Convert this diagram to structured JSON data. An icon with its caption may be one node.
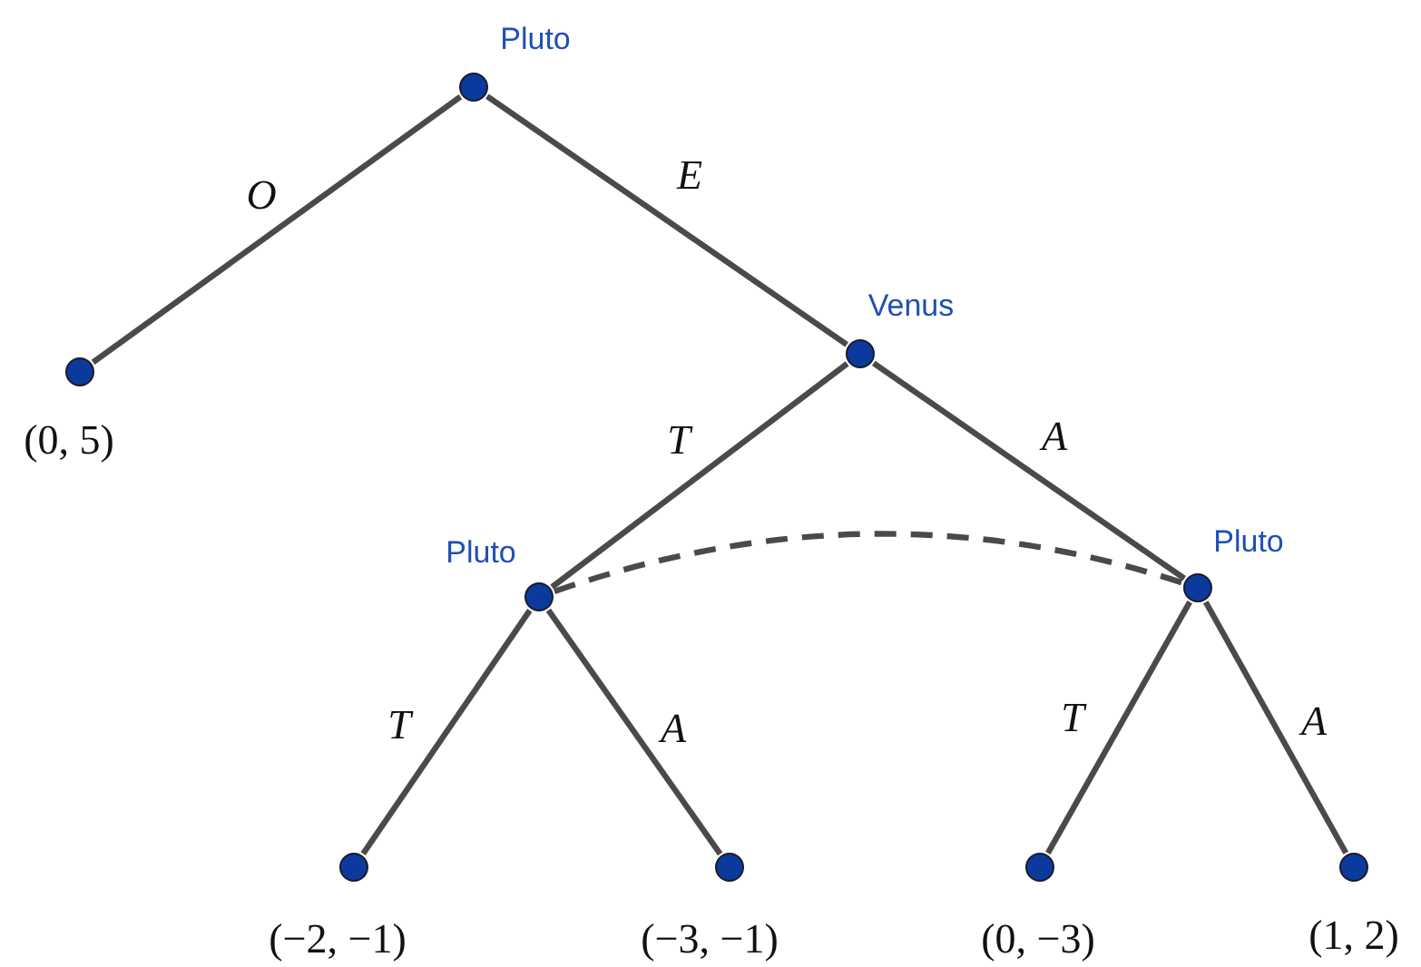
{
  "diagram": {
    "nodes": [
      {
        "text": [],
        "shape": "circle",
        "beside": [
          "Pluto"
        ]
      },
      {
        "text": [],
        "shape": "circle",
        "beside": [
          "(0, 5)"
        ]
      },
      {
        "text": [],
        "shape": "circle",
        "beside": [
          "Venus"
        ]
      },
      {
        "text": [],
        "shape": "circle",
        "beside": [
          "Pluto"
        ]
      },
      {
        "text": [],
        "shape": "circle",
        "beside": [
          "Pluto"
        ]
      },
      {
        "text": [],
        "shape": "circle",
        "beside": [
          "(−2, −1)"
        ]
      },
      {
        "text": [],
        "shape": "circle",
        "beside": [
          "(−3, −1)"
        ]
      },
      {
        "text": [],
        "shape": "circle",
        "beside": [
          "(0, −3)"
        ]
      },
      {
        "text": [],
        "shape": "circle",
        "beside": [
          "(1, 2)"
        ]
      }
    ],
    "edges": [
      {
        "from": 0,
        "to": 1,
        "arrow": "none",
        "label": "O"
      },
      {
        "from": 0,
        "to": 2,
        "arrow": "none",
        "label": "E"
      },
      {
        "from": 2,
        "to": 3,
        "arrow": "none",
        "label": "T"
      },
      {
        "from": 2,
        "to": 4,
        "arrow": "none",
        "label": "A"
      },
      {
        "from": 3,
        "to": 5,
        "arrow": "none",
        "label": "T"
      },
      {
        "from": 3,
        "to": 6,
        "arrow": "none",
        "label": "A"
      },
      {
        "from": 4,
        "to": 7,
        "arrow": "none",
        "label": "T"
      },
      {
        "from": 4,
        "to": 8,
        "arrow": "none",
        "label": "A"
      },
      {
        "from": 3,
        "to": 4,
        "arrow": "none",
        "style": "dashed"
      }
    ]
  }
}
